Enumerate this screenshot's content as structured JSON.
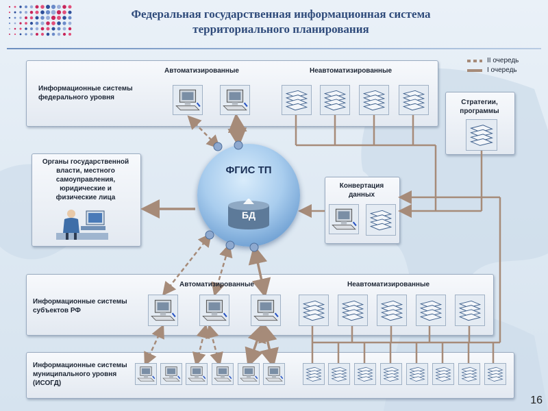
{
  "header": {
    "title_line1": "Федеральная государственная информационная система",
    "title_line2": "территориального планирования"
  },
  "legend": {
    "second_stage": "II очередь",
    "first_stage": "I очередь"
  },
  "federal": {
    "label_line1": "Информационные системы",
    "label_line2": "федерального уровня",
    "automated": "Автоматизированные",
    "non_automated": "Неавтоматизированные"
  },
  "strategies": {
    "line1": "Стратегии,",
    "line2": "программы"
  },
  "authorities": {
    "line1": "Органы  государственной",
    "line2": "власти, местного",
    "line3": "самоуправления,",
    "line4": "юридические и",
    "line5": "физические лица"
  },
  "fgis": {
    "title": "ФГИС ТП",
    "db": "БД"
  },
  "conversion": {
    "line1": "Конвертация",
    "line2": "данных"
  },
  "regional": {
    "label_line1": "Информационные системы",
    "label_line2": "субъектов РФ",
    "automated": "Автоматизированные",
    "non_automated": "Неавтоматизированные"
  },
  "municipal": {
    "label_line1": "Информационные системы",
    "label_line2": "муниципального уровня",
    "label_line3": "(ИСОГД)"
  },
  "page_number": "16",
  "colors": {
    "connector": "#a68b79",
    "title": "#2e4a7a",
    "sphere": "#6e9fd2"
  },
  "icons": {
    "computer": "computer-icon",
    "document_stack": "document-stack-icon",
    "database": "database-icon",
    "operator": "operator-workstation-icon"
  }
}
